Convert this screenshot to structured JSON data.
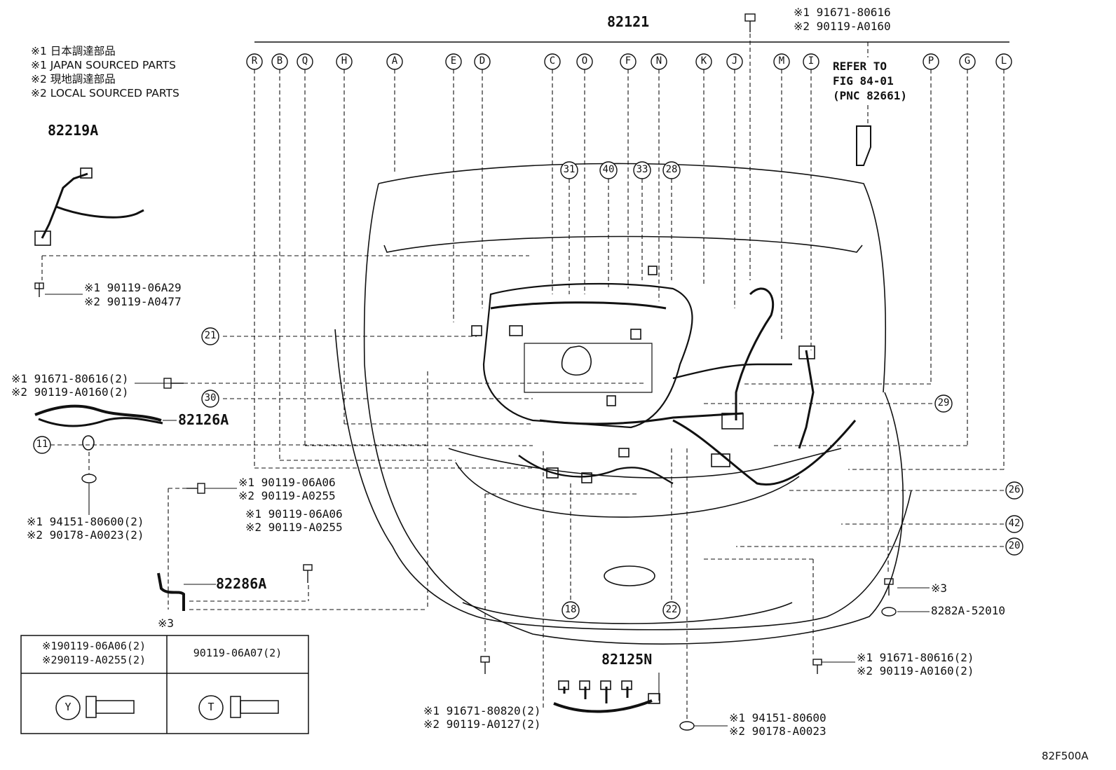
{
  "legend": [
    "※1 日本調達部品",
    "※1 JAPAN SOURCED PARTS",
    "※2 現地調達部品",
    "※2 LOCAL SOURCED PARTS"
  ],
  "main_part": "82121",
  "top_bolt": {
    "j": "※1 91671-80616",
    "l": "※2 90119-A0160"
  },
  "connectors": [
    "R",
    "B",
    "Q",
    "H",
    "A",
    "E",
    "D",
    "C",
    "O",
    "F",
    "N",
    "K",
    "J",
    "M",
    "I",
    "P",
    "G",
    "L"
  ],
  "refer": [
    "REFER TO",
    "FIG 84-01",
    "(PNC 82661)"
  ],
  "parts": {
    "p82219a": "82219A",
    "p82126a": "82126A",
    "p82286a": "82286A",
    "p82125n": "82125N",
    "clip_pn": "8282A-52010"
  },
  "fasteners": {
    "f1": {
      "j": "※1 90119-06A29",
      "l": "※2 90119-A0477"
    },
    "f2": {
      "j": "※1 91671-80616(2)",
      "l": "※2 90119-A0160(2)"
    },
    "f3": {
      "j": "※1 94151-80600(2)",
      "l": "※2 90178-A0023(2)"
    },
    "f4": {
      "j": "※1 90119-06A06",
      "l": "※2 90119-A0255"
    },
    "f5": {
      "j": "※1 90119-06A06",
      "l": "※2 90119-A0255"
    },
    "f6": {
      "j": "※1 91671-80820(2)",
      "l": "※2 90119-A0127(2)"
    },
    "f7": {
      "j": "※1 94151-80600",
      "l": "※2 90178-A0023"
    },
    "f8": {
      "j": "※1 91671-80616(2)",
      "l": "※2 90119-A0160(2)"
    }
  },
  "note3": "※3",
  "callouts": [
    "31",
    "40",
    "33",
    "28",
    "21",
    "30",
    "29",
    "11",
    "26",
    "42",
    "20",
    "18",
    "22"
  ],
  "table": {
    "title": "※3",
    "left_j": "※190119-06A06(2)",
    "left_l": "※290119-A0255(2)",
    "right": "90119-06A07(2)",
    "left_symbol": "Y",
    "right_symbol": "T"
  },
  "fig_code": "82F500A"
}
